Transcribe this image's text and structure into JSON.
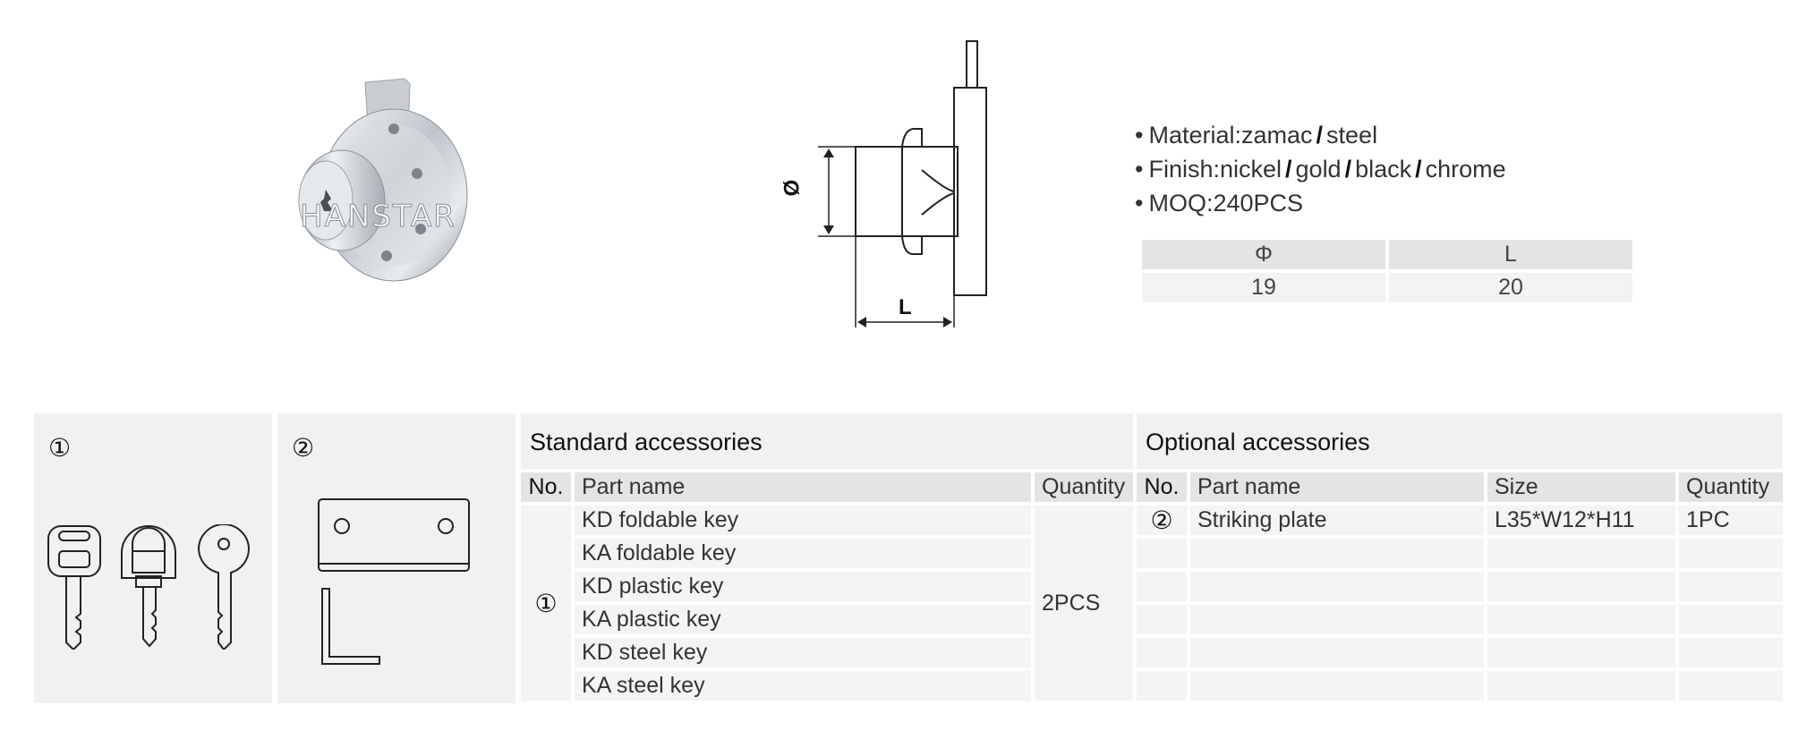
{
  "photo": {
    "watermark": "HANSTAR"
  },
  "drawing": {
    "diameter_symbol": "Ø",
    "length_symbol": "L"
  },
  "specs": [
    {
      "label": "Material:",
      "values": [
        "zamac",
        "steel"
      ]
    },
    {
      "label": "Finish:",
      "values": [
        "nickel",
        "gold",
        "black",
        "chrome"
      ]
    },
    {
      "label": "MOQ:",
      "values": [
        "240PCS"
      ]
    }
  ],
  "dimensions": {
    "headers": [
      "Φ",
      "L"
    ],
    "values": [
      "19",
      "20"
    ]
  },
  "panels": {
    "keys_marker": "①",
    "plate_marker": "②"
  },
  "standard_accessories": {
    "title": "Standard accessories",
    "columns": [
      "No.",
      "Part name",
      "Quantity"
    ],
    "group_no": "①",
    "quantity": "2PCS",
    "parts": [
      "KD foldable key",
      "KA foldable key",
      "KD plastic key",
      "KA plastic key",
      "KD steel key",
      "KA steel key"
    ]
  },
  "optional_accessories": {
    "title": "Optional accessories",
    "columns": [
      "No.",
      "Part name",
      "Size",
      "Quantity"
    ],
    "rows": [
      {
        "no": "②",
        "name": "Striking plate",
        "size": "L35*W12*H11",
        "qty": "1PC"
      }
    ]
  },
  "colors": {
    "panel_bg": "#f1f1f1",
    "header_bg": "#e4e4e4",
    "cell_bg": "#f4f4f4"
  }
}
